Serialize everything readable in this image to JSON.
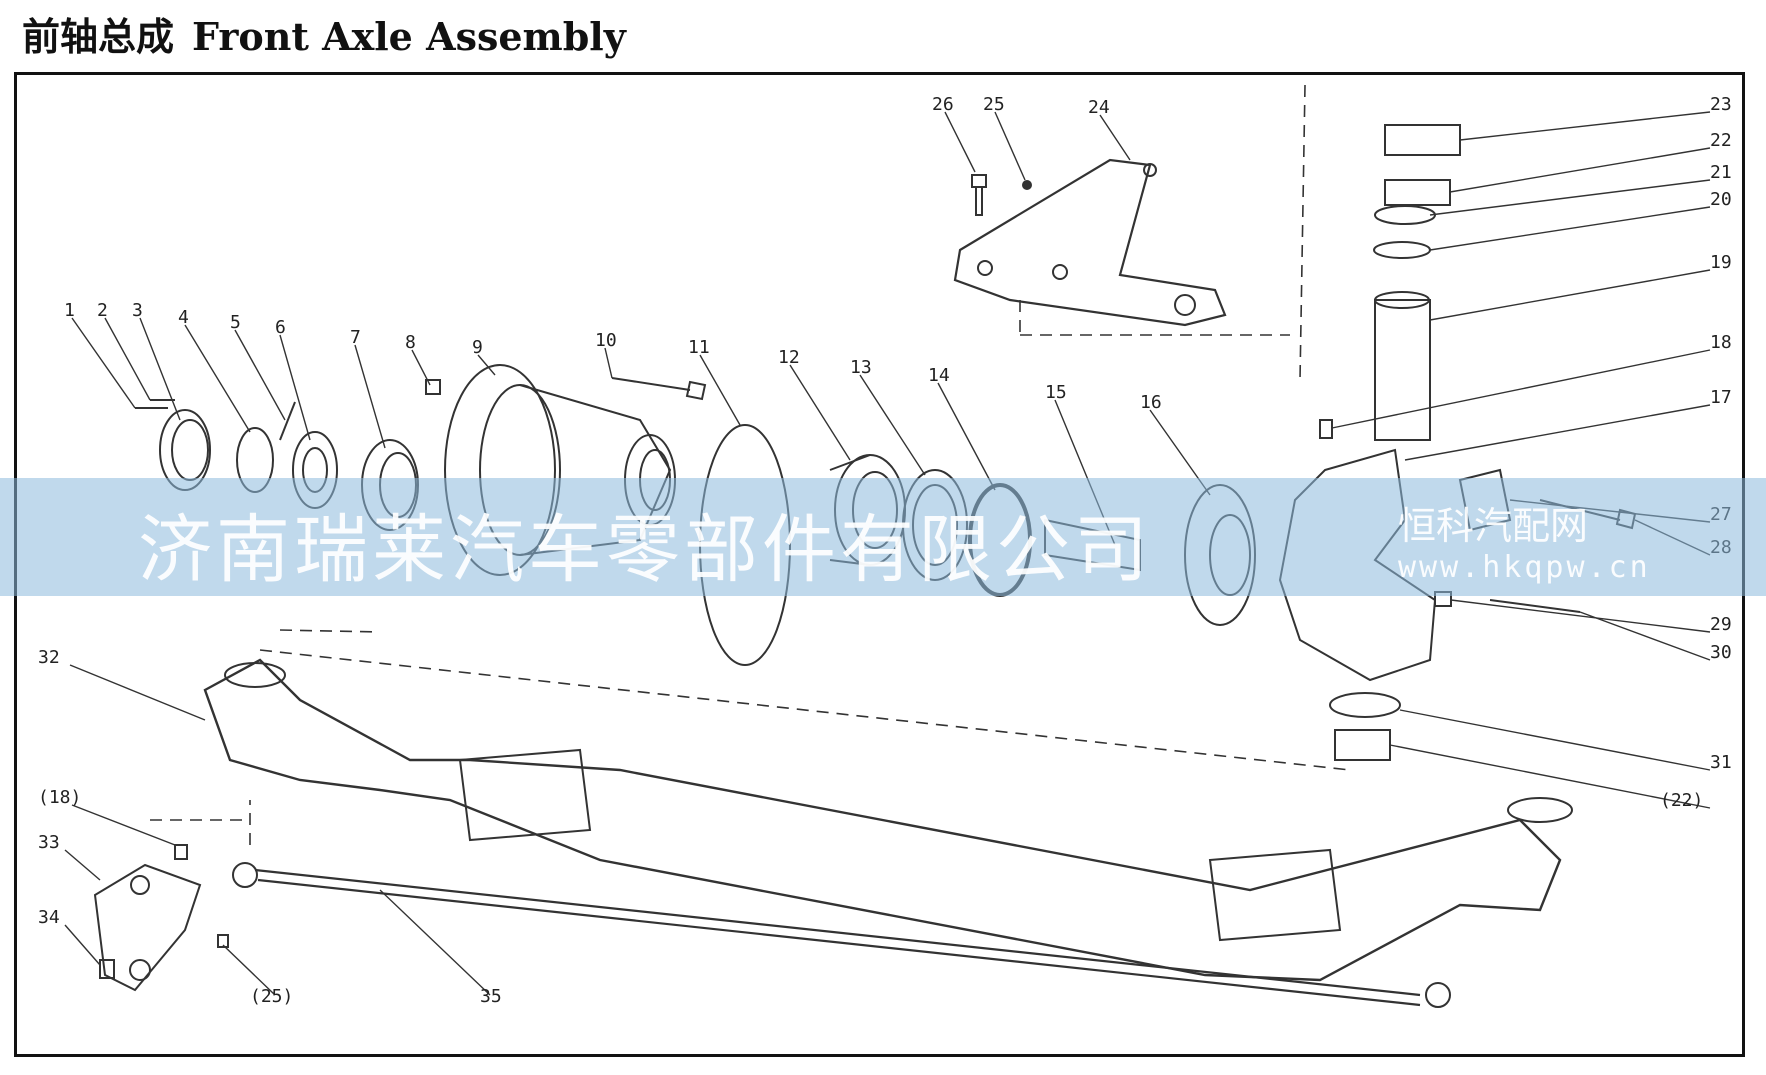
{
  "title": {
    "zh": "前轴总成",
    "en": "Front Axle Assembly"
  },
  "callouts": [
    "1",
    "2",
    "3",
    "4",
    "5",
    "6",
    "7",
    "8",
    "9",
    "10",
    "11",
    "12",
    "13",
    "14",
    "15",
    "16",
    "17",
    "18",
    "19",
    "20",
    "21",
    "22",
    "23",
    "24",
    "25",
    "26",
    "27",
    "28",
    "29",
    "30",
    "31",
    "(22)",
    "32",
    "(18)",
    "33",
    "34",
    "(25)",
    "35"
  ],
  "watermark": {
    "company": "济南瑞莱汽车零部件有限公司",
    "site": "恒科汽配网",
    "url": "www.hkqpw.cn"
  }
}
